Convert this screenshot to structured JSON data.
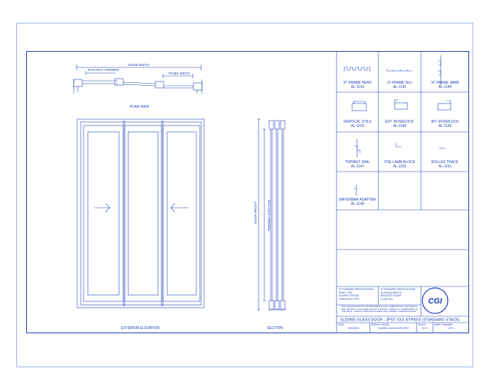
{
  "plan": {
    "door_width": "DOOR WIDTH",
    "daylight_opening": "DAYLIGHT OPENING",
    "panel_width": "PANEL WIDTH",
    "caption": "PLAN VIEW"
  },
  "elevation": {
    "caption": "EXTERIOR ELEVATION"
  },
  "section": {
    "caption": "SECTION",
    "door_height": "DOOR HEIGHT",
    "daylight_opening": "DAYLIGHT OPENING"
  },
  "details": [
    {
      "name": "3T FRAME HEAD",
      "code": "AL-1143"
    },
    {
      "name": "3T FRAME SILL",
      "code": "AL-1142"
    },
    {
      "name": "3T FRAME JAMB",
      "code": "AL-1144"
    },
    {
      "name": "VERTICAL STILE",
      "code": "AL-1150"
    },
    {
      "name": "EXT. INTERLOCK",
      "code": "AL-1146"
    },
    {
      "name": "INT. INTERLOCK",
      "code": "AL-1145"
    },
    {
      "name": "TOP/BOT. RAIL",
      "code": "AL-1147"
    },
    {
      "name": "3T/E LAMB BLOCK",
      "code": "AL-1152"
    },
    {
      "name": "ROLLER TRACK",
      "code": "AL-1151"
    },
    {
      "name": "WATERBAR ADAPTER",
      "code": "AL-1149"
    }
  ],
  "title_block": {
    "col1_heading": "3T STANDARD SPECIFICATIONS",
    "col1_lines": [
      "PANEL TYPE",
      "GLAZING SYSTEM",
      "THRESHOLD TYPE"
    ],
    "col2_heading": "3T STANDARD SPECIFICATIONS",
    "col2_lines": [
      "ALUMINUM 6063-T5",
      "INSULATED GLASS",
      "FLUSH SILL"
    ],
    "notice": "THIS INFORMATION IS FOR REFERENCE ONLY. DIMENSIONS AND DETAILS ARE SUBJECT TO CHANGE WITHOUT NOTICE. VERIFY ALL DIMENSIONS IN THE FIELD. CONTACT MANUFACTURER FOR CURRENT SPECIFICATIONS.",
    "logo": "CGI",
    "title": "SLIDING GLASS DOOR - 3PST XXX BYPASS (STANDARD STACK)",
    "date_label": "DATE:",
    "date_value": "01/20/2021",
    "model_label": "SERIES / MODEL:",
    "model_value": "SLIDING GLASS DOOR 3PST",
    "scale_label": "SCALE:",
    "scale_value": "N.T.S.",
    "sheet_label": "SHEET NUMBER:",
    "sheet_value": "1 OF 1"
  },
  "colors": {
    "line": "#1a3bb8",
    "sheet_border": "#9fb0e6"
  }
}
